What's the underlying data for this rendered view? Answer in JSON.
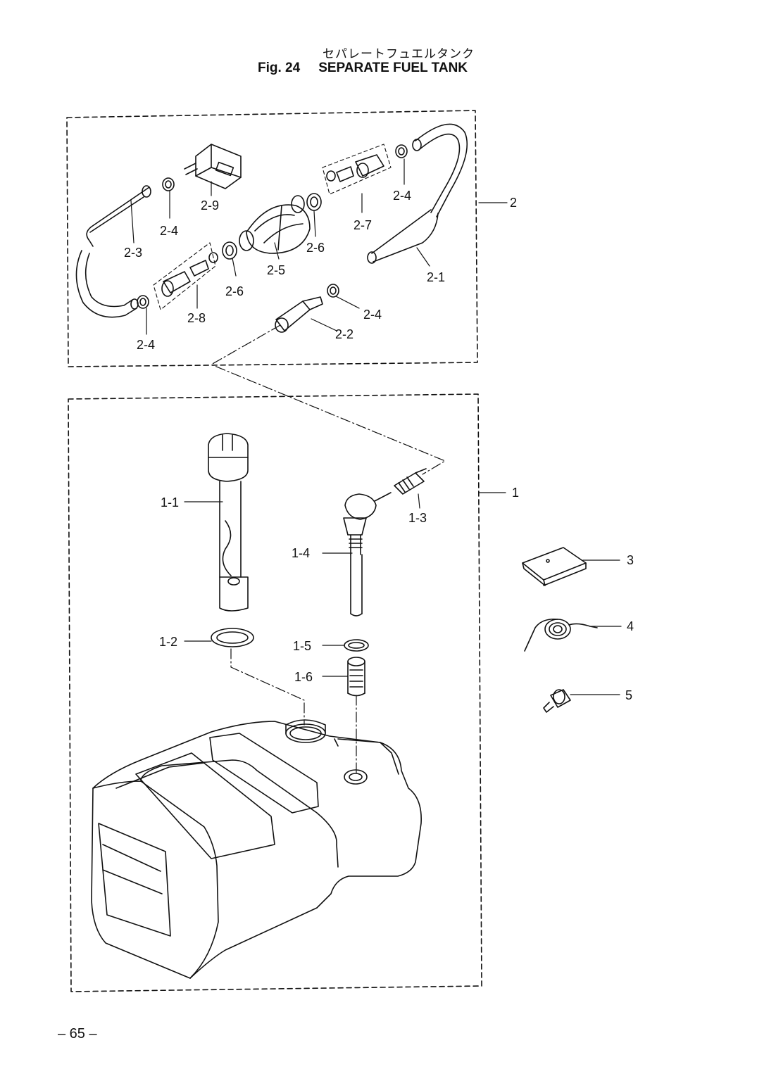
{
  "title": {
    "japanese": "セパレートフュエルタンク",
    "figure": "Fig. 24",
    "name": "SEPARATE FUEL TANK"
  },
  "page_number": "– 65 –",
  "callouts": {
    "c1": "1",
    "c2": "2",
    "c3": "3",
    "c4": "4",
    "c5": "5",
    "c1_1": "1-1",
    "c1_2": "1-2",
    "c1_3": "1-3",
    "c1_4": "1-4",
    "c1_5": "1-5",
    "c1_6": "1-6",
    "c2_1": "2-1",
    "c2_2": "2-2",
    "c2_3": "2-3",
    "c2_4a": "2-4",
    "c2_4b": "2-4",
    "c2_4c": "2-4",
    "c2_4d": "2-4",
    "c2_5": "2-5",
    "c2_6a": "2-6",
    "c2_6b": "2-6",
    "c2_7": "2-7",
    "c2_8": "2-8",
    "c2_9": "2-9"
  }
}
